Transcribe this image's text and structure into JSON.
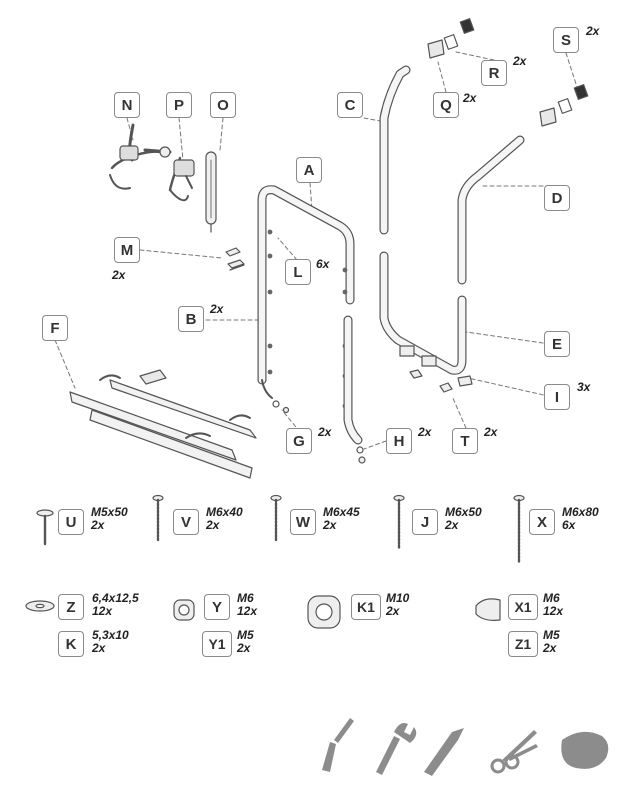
{
  "parts": {
    "N": {
      "label": "N"
    },
    "P": {
      "label": "P"
    },
    "O": {
      "label": "O"
    },
    "A": {
      "label": "A"
    },
    "C": {
      "label": "C"
    },
    "Q": {
      "label": "Q",
      "qty": "2x"
    },
    "R": {
      "label": "R",
      "qty": "2x"
    },
    "S": {
      "label": "S",
      "qty": "2x"
    },
    "D": {
      "label": "D"
    },
    "M": {
      "label": "M",
      "qty": "2x"
    },
    "L": {
      "label": "L",
      "qty": "6x"
    },
    "B": {
      "label": "B",
      "qty": "2x"
    },
    "F": {
      "label": "F"
    },
    "E": {
      "label": "E"
    },
    "I": {
      "label": "I",
      "qty": "3x"
    },
    "G": {
      "label": "G",
      "qty": "2x"
    },
    "H": {
      "label": "H",
      "qty": "2x"
    },
    "T": {
      "label": "T",
      "qty": "2x"
    }
  },
  "hardware": {
    "U": {
      "label": "U",
      "size": "M5x50",
      "qty": "2x"
    },
    "V": {
      "label": "V",
      "size": "M6x40",
      "qty": "2x"
    },
    "W": {
      "label": "W",
      "size": "M6x45",
      "qty": "2x"
    },
    "J": {
      "label": "J",
      "size": "M6x50",
      "qty": "2x"
    },
    "X": {
      "label": "X",
      "size": "M6x80",
      "qty": "6x"
    },
    "Z": {
      "label": "Z",
      "size": "6,4x12,5",
      "qty": "12x"
    },
    "K": {
      "label": "K",
      "size": "5,3x10",
      "qty": "2x"
    },
    "Y": {
      "label": "Y",
      "size": "M6",
      "qty": "12x"
    },
    "Y1": {
      "label": "Y1",
      "size": "M5",
      "qty": "2x"
    },
    "K1": {
      "label": "K1",
      "size": "M10",
      "qty": "2x"
    },
    "X1": {
      "label": "X1",
      "size": "M6",
      "qty": "12x"
    },
    "Z1": {
      "label": "Z1",
      "size": "M5",
      "qty": "2x"
    }
  },
  "tools": [
    "screwdriver-icon",
    "wrench-icon",
    "utility-knife-icon",
    "scissors-icon",
    "cloth-icon"
  ],
  "colors": {
    "line": "#555555",
    "tube": "#f4f4f4",
    "label_border": "#8a8a8a",
    "tool": "#888888"
  }
}
